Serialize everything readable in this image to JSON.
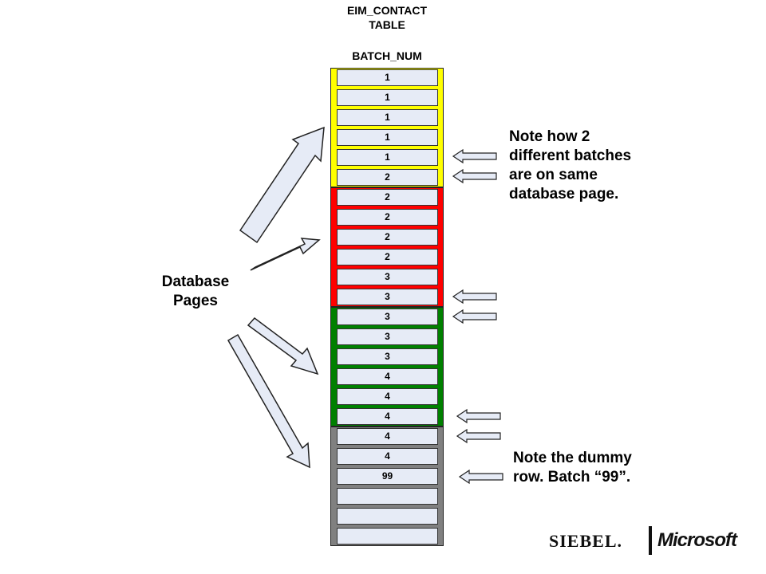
{
  "table_title": [
    "EIM_CONTACT",
    "TABLE"
  ],
  "column_header": "BATCH_NUM",
  "pages": [
    {
      "color": "#ffff00",
      "rows": [
        "1",
        "1",
        "1",
        "1",
        "1",
        "2"
      ]
    },
    {
      "color": "#ff0000",
      "rows": [
        "2",
        "2",
        "2",
        "2",
        "3",
        "3"
      ]
    },
    {
      "color": "#008000",
      "rows": [
        "3",
        "3",
        "3",
        "4",
        "4",
        "4"
      ]
    },
    {
      "color": "#808080",
      "rows": [
        "4",
        "4",
        "99",
        "",
        "",
        ""
      ]
    }
  ],
  "notes": {
    "batches": [
      "Note how 2",
      "different batches",
      "are on same",
      "database page."
    ],
    "dummy": [
      "Note the dummy",
      "row. Batch “99”."
    ]
  },
  "database_pages_label": [
    "Database",
    "Pages"
  ],
  "logo": {
    "siebel": "SIEBEL.",
    "microsoft": "Microsoft"
  },
  "colors": {
    "row_fill": "#e6ebf6",
    "arrow_fill": "#e6ebf6",
    "arrow_stroke": "#222222"
  }
}
